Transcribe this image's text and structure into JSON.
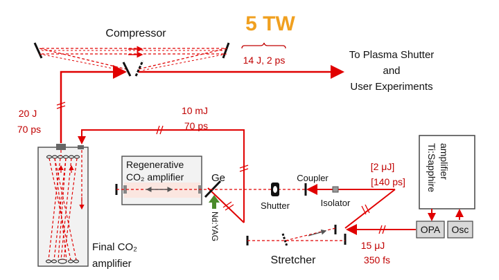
{
  "title": "5 TW",
  "labels": {
    "compressor": "Compressor",
    "pulse_out": "14 J, 2 ps",
    "destination_line1": "To Plasma Shutter",
    "destination_line2": "and",
    "destination_line3": "User Experiments",
    "final_energy": "20 J",
    "final_duration": "70 ps",
    "regen_energy": "10 mJ",
    "regen_duration": "70 ps",
    "regen_amp_line1": "Regenerative",
    "regen_amp_line2": "CO₂ amplifier",
    "ge": "Ge",
    "ndyag": "Nd:YAG",
    "shutter": "Shutter",
    "coupler": "Coupler",
    "isolator": "Isolator",
    "seed_energy": "[2 μJ]",
    "seed_duration": "[140 ps]",
    "tisapphire_line1": "Ti:Sapphire",
    "tisapphire_line2": "amplifier",
    "opa": "OPA",
    "osc": "Osc",
    "stretcher": "Stretcher",
    "input_energy": "15 μJ",
    "input_duration": "350 fs",
    "final_amp_line1": "Final CO₂",
    "final_amp_line2": "amplifier"
  },
  "colors": {
    "beam": "#e00000",
    "text_red": "#c00000",
    "title": "#f0a020",
    "pump_arrow": "#4a8a2a",
    "box_fill": "#f2f2f2",
    "box_stroke": "#555555"
  }
}
